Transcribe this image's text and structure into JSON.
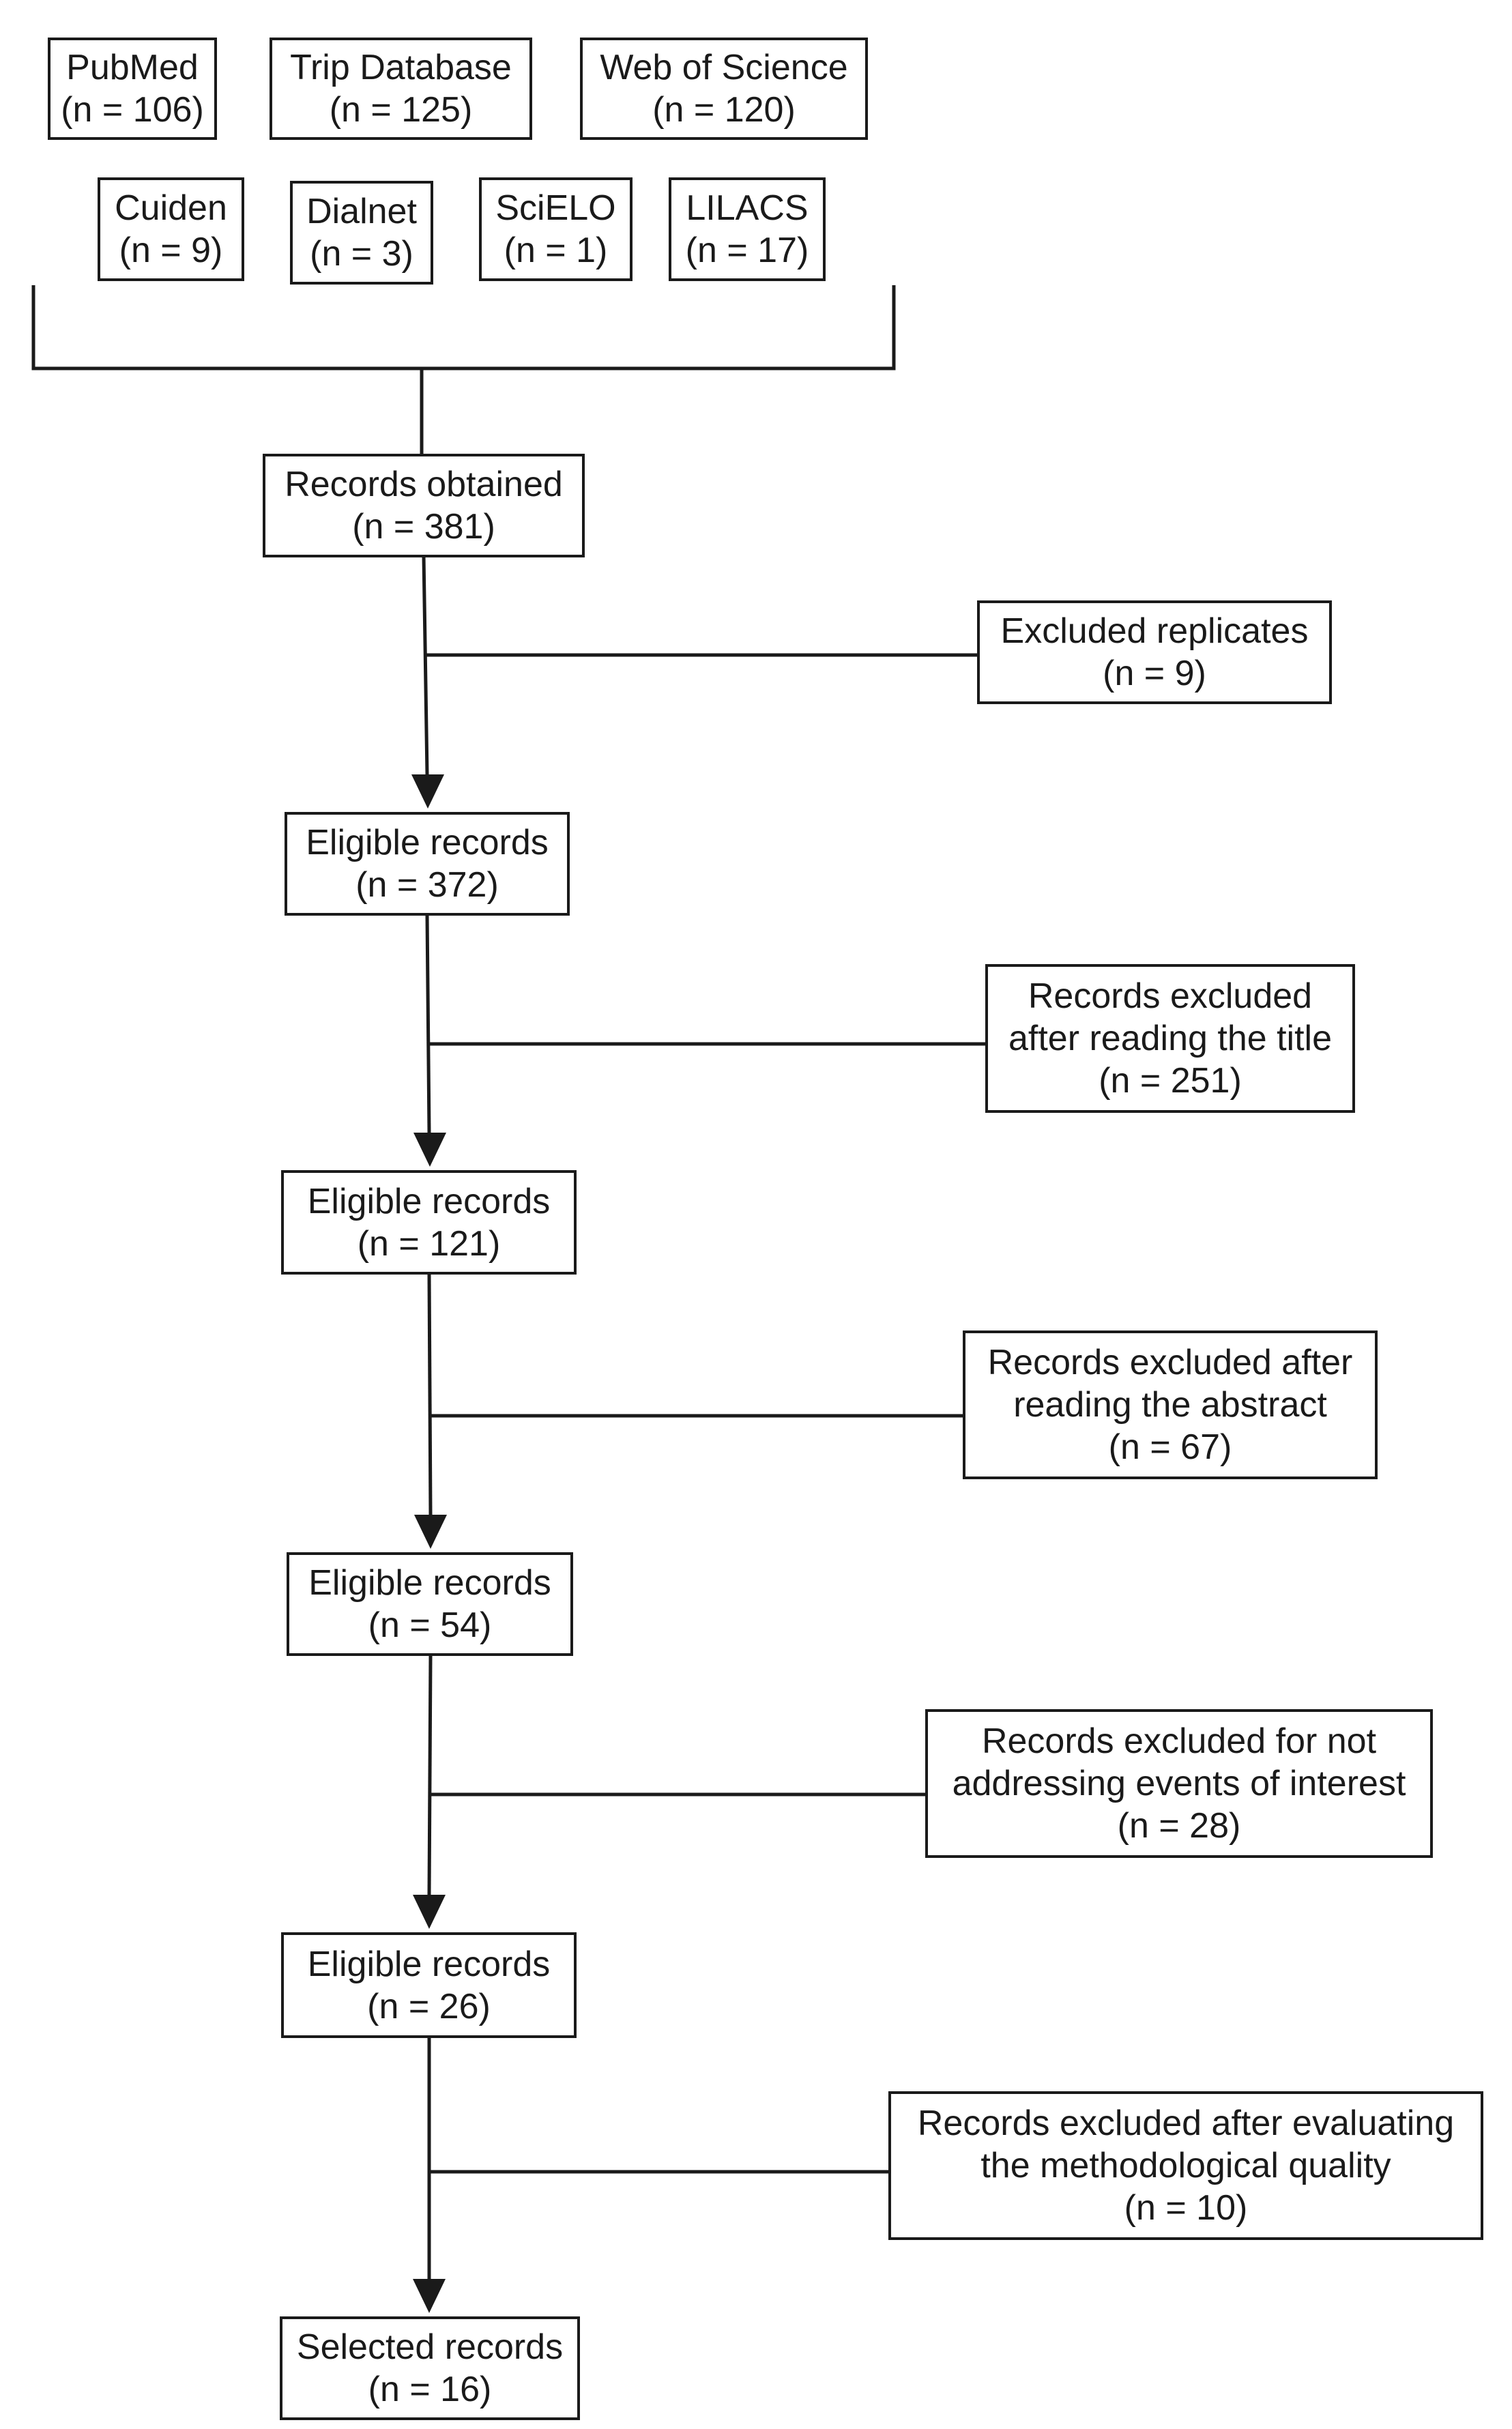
{
  "sources": [
    {
      "name": "PubMed",
      "count": "(n = 106)"
    },
    {
      "name": "Trip Database",
      "count": "(n = 125)"
    },
    {
      "name": "Web of Science",
      "count": "(n = 120)"
    },
    {
      "name": "Cuiden",
      "count": "(n = 9)"
    },
    {
      "name": "Dialnet",
      "count": "(n = 3)"
    },
    {
      "name": "SciELO",
      "count": "(n = 1)"
    },
    {
      "name": "LILACS",
      "count": "(n = 17)"
    }
  ],
  "main": [
    {
      "lines": [
        "Records obtained",
        "(n = 381)"
      ]
    },
    {
      "lines": [
        "Eligible records",
        "(n = 372)"
      ]
    },
    {
      "lines": [
        "Eligible records",
        "(n = 121)"
      ]
    },
    {
      "lines": [
        "Eligible records",
        "(n = 54)"
      ]
    },
    {
      "lines": [
        "Eligible records",
        "(n = 26)"
      ]
    },
    {
      "lines": [
        "Selected records",
        "(n = 16)"
      ]
    }
  ],
  "excluded": [
    {
      "lines": [
        "Excluded replicates",
        "(n = 9)"
      ]
    },
    {
      "lines": [
        "Records excluded",
        "after reading the title",
        "(n = 251)"
      ]
    },
    {
      "lines": [
        "Records excluded after",
        "reading the abstract",
        "(n = 67)"
      ]
    },
    {
      "lines": [
        "Records excluded for not",
        "addressing events of interest",
        "(n = 28)"
      ]
    },
    {
      "lines": [
        "Records excluded after evaluating",
        "the methodological quality",
        "(n = 10)"
      ]
    }
  ]
}
